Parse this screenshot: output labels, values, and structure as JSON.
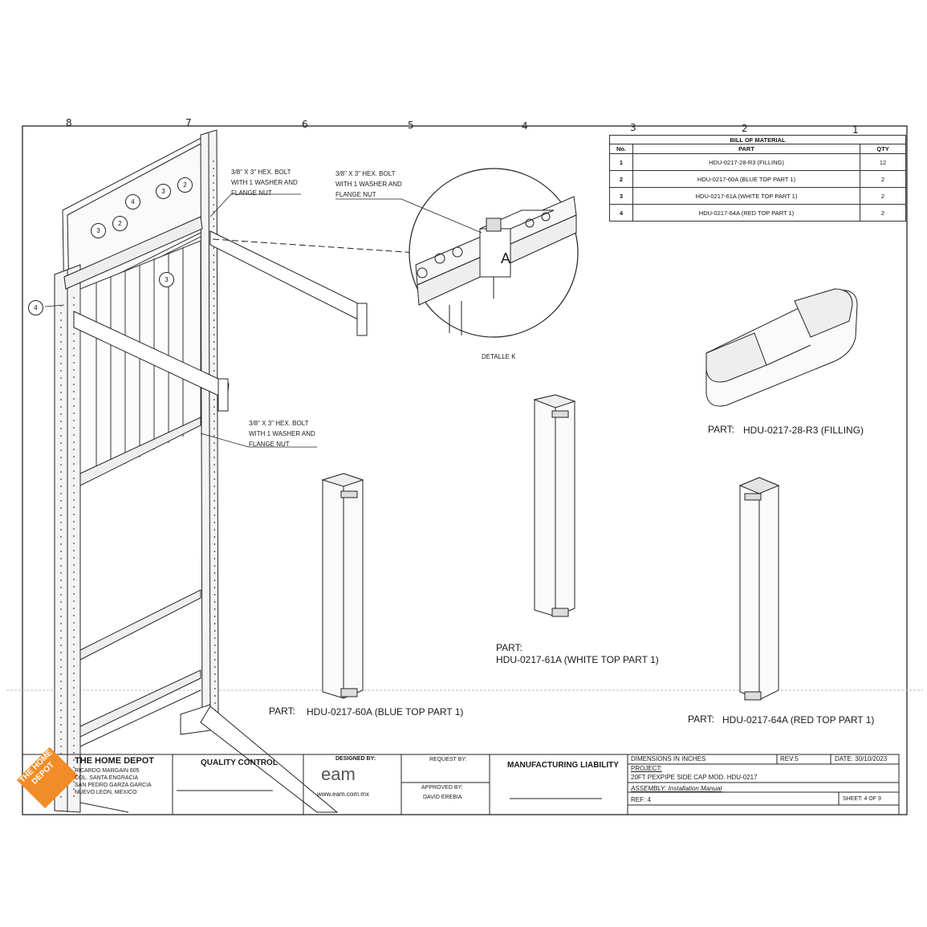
{
  "zones": [
    "8",
    "7",
    "6",
    "5",
    "4",
    "3",
    "2",
    "1"
  ],
  "bill_of_material": {
    "title": "BILL OF MATERIAL",
    "headers": {
      "no": "No.",
      "part": "PART",
      "qty": "QTY"
    },
    "rows": [
      {
        "no": "1",
        "part": "HDU-0217-28-R3 (FILLING)",
        "qty": "12"
      },
      {
        "no": "2",
        "part": "HDU-0217-60A (BLUE TOP PART 1)",
        "qty": "2"
      },
      {
        "no": "3",
        "part": "HDU-0217-61A (WHITE TOP PART 1)",
        "qty": "2"
      },
      {
        "no": "4",
        "part": "HDU-0217-64A (RED TOP PART 1)",
        "qty": "2"
      }
    ]
  },
  "notes": {
    "bolt_1": [
      "3/8\" X 3\" HEX. BOLT",
      "WITH 1 WASHER AND",
      "FLANGE NUT"
    ],
    "bolt_2": [
      "3/8\" X 3\" HEX. BOLT",
      "WITH 1 WASHER AND",
      "FLANGE NUT"
    ],
    "bolt_3": [
      "3/8\" X 3\" HEX. BOLT",
      "WITH 1 WASHER AND",
      "FLANGE NUT"
    ],
    "detail_label": "DETALLE K",
    "detail_letter": "A"
  },
  "callouts": [
    "2",
    "3",
    "4",
    "3",
    "2",
    "3",
    "4"
  ],
  "parts": {
    "filling": {
      "prefix": "PART:",
      "name": "HDU-0217-28-R3 (FILLING)"
    },
    "white": {
      "prefix": "PART:",
      "name": "HDU-0217-61A (WHITE TOP PART 1)"
    },
    "blue": {
      "prefix": "PART:",
      "name": "HDU-0217-60A (BLUE TOP PART 1)"
    },
    "red": {
      "prefix": "PART:",
      "name": "HDU-0217-64A (RED TOP PART 1)"
    }
  },
  "title_block": {
    "company": "THE HOME DEPOT",
    "logo_text": "THE HOME DEPOT",
    "address": [
      "RICARDO MARGAIN 605",
      "COL. SANTA ENGRACIA",
      "SAN PEDRO GARZA GARCIA",
      "NUEVO LEON, MEXICO"
    ],
    "quality_control": "QUALITY CONTROL",
    "designed_by": "DESIGNED BY:",
    "designer_logo": "eam",
    "designer_url": "www.eam.com.mx",
    "request_by": "REQUEST BY:",
    "approved_by": "APPROVED BY:",
    "approver": "DAVID EREBIA",
    "manufacturing_liability": "MANUFACTURING LIABILITY",
    "dimensions": "DIMENSIONS IN INCHES",
    "rev": "REV:5",
    "date": "DATE: 30/10/2023",
    "project_label": "PROJECT:",
    "project": "20FT PEXPIPE SIDE CAP MOD. HDU-0217",
    "assembly": "ASSEMBLY: Installation Manual",
    "ref": "REF: 4",
    "sheet": "SHEET: 4 OF 9"
  }
}
